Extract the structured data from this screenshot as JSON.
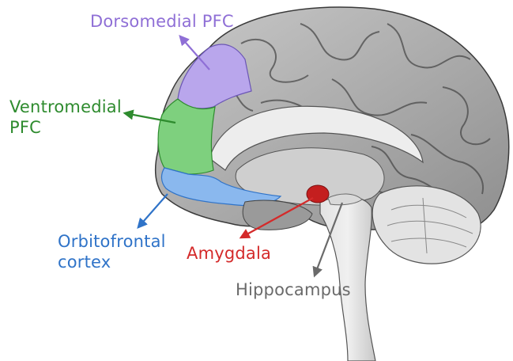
{
  "labels": {
    "dorsomedial_pfc": "Dorsomedial PFC",
    "ventromedial_pfc_line1": "Ventromedial",
    "ventromedial_pfc_line2": "PFC",
    "orbitofrontal_line1": "Orbitofrontal",
    "orbitofrontal_line2": "cortex",
    "amygdala": "Amygdala",
    "hippocampus": "Hippocampus"
  },
  "colors": {
    "dorsomedial_pfc": "#8f6fd6",
    "ventromedial_pfc": "#2e8b2e",
    "orbitofrontal": "#2f73c8",
    "amygdala": "#d42a2a",
    "hippocampus": "#6a6a6a",
    "brain_gray": "#a6a6a6",
    "brain_outline": "#3a3a3a"
  }
}
